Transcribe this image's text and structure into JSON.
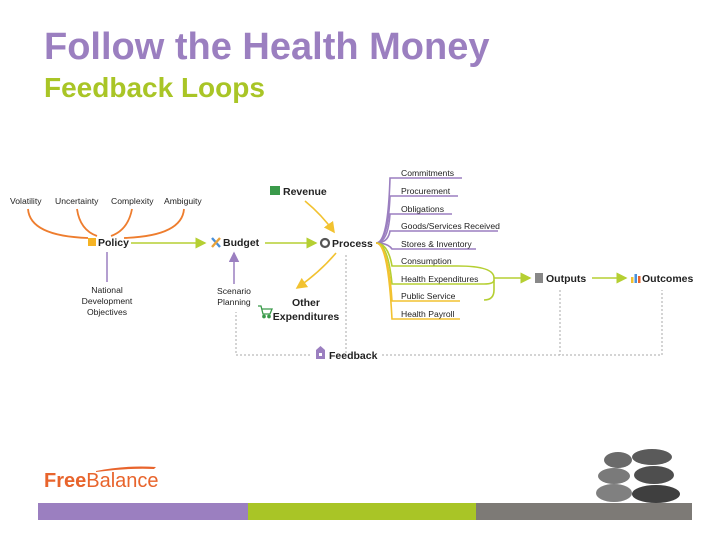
{
  "header": {
    "title": "Follow the Health Money",
    "subtitle": "Feedback Loops"
  },
  "diagram": {
    "factors": [
      "Volatility",
      "Uncertainty",
      "Complexity",
      "Ambiguity"
    ],
    "policy": "Policy",
    "national_objectives": [
      "National",
      "Development",
      "Objectives"
    ],
    "budget": "Budget",
    "scenario_planning": [
      "Scenario",
      "Planning"
    ],
    "revenue": "Revenue",
    "process": "Process",
    "other_expenditures": [
      "Other",
      "Expenditures"
    ],
    "feedback": "Feedback",
    "outputs": "Outputs",
    "outcomes": "Outcomes",
    "process_steps": [
      "Commitments",
      "Procurement",
      "Obligations",
      "Goods/Services Received",
      "Stores & Inventory",
      "Consumption",
      "Health Expenditures",
      "Public Service",
      "Health Payroll"
    ]
  },
  "footer": {
    "logo_free": "Free",
    "logo_balance": "Balance"
  },
  "colors": {
    "purple": "#9b7fc0",
    "green": "#a9c526",
    "orange": "#ee7d2e",
    "gray": "#7d7a76"
  }
}
